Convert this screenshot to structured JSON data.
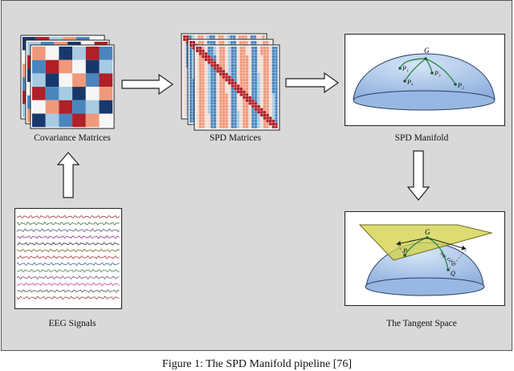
{
  "labels": {
    "covariance": "Covariance Matrices",
    "spd_matrices": "SPD Matrices",
    "spd_manifold": "SPD Manifold",
    "eeg": "EEG Signals",
    "tangent": "The Tangent Space"
  },
  "manifold_points": {
    "G": "G",
    "P1": "P₁",
    "P2": "P₂",
    "P3": "P₃",
    "P4": "P₄"
  },
  "tangent_points": {
    "G": "G",
    "P": "P",
    "Q": "Q",
    "log": "log_G(Q)"
  },
  "caption": "Figure 1: The SPD Manifold pipeline [76]",
  "colors": {
    "panel": "#d9d9d9",
    "dark_blue": "#17386b",
    "mid_blue": "#4a86bd",
    "light_blue": "#a7cbe3",
    "white": "#f6f6f6",
    "salmon": "#f0997a",
    "red": "#b11f27",
    "sphere": "#a9c4e7",
    "plane": "#d2d24a",
    "geodesic": "#2c8a4a"
  }
}
